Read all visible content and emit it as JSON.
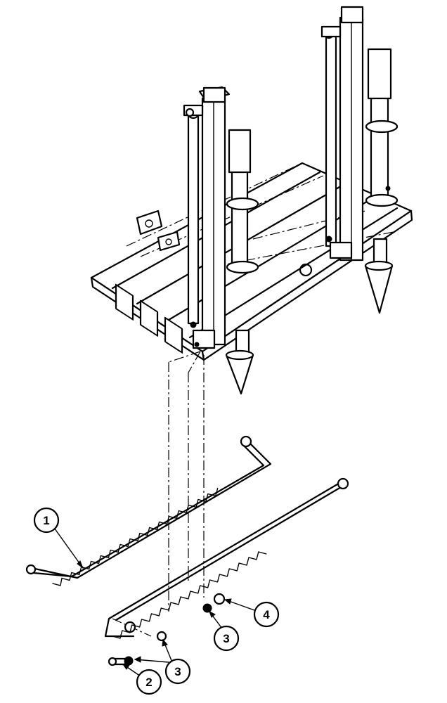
{
  "callouts": [
    {
      "id": "1",
      "label": "1"
    },
    {
      "id": "2",
      "label": "2"
    },
    {
      "id": "3a",
      "label": "3"
    },
    {
      "id": "3b",
      "label": "3"
    },
    {
      "id": "4",
      "label": "4"
    }
  ]
}
